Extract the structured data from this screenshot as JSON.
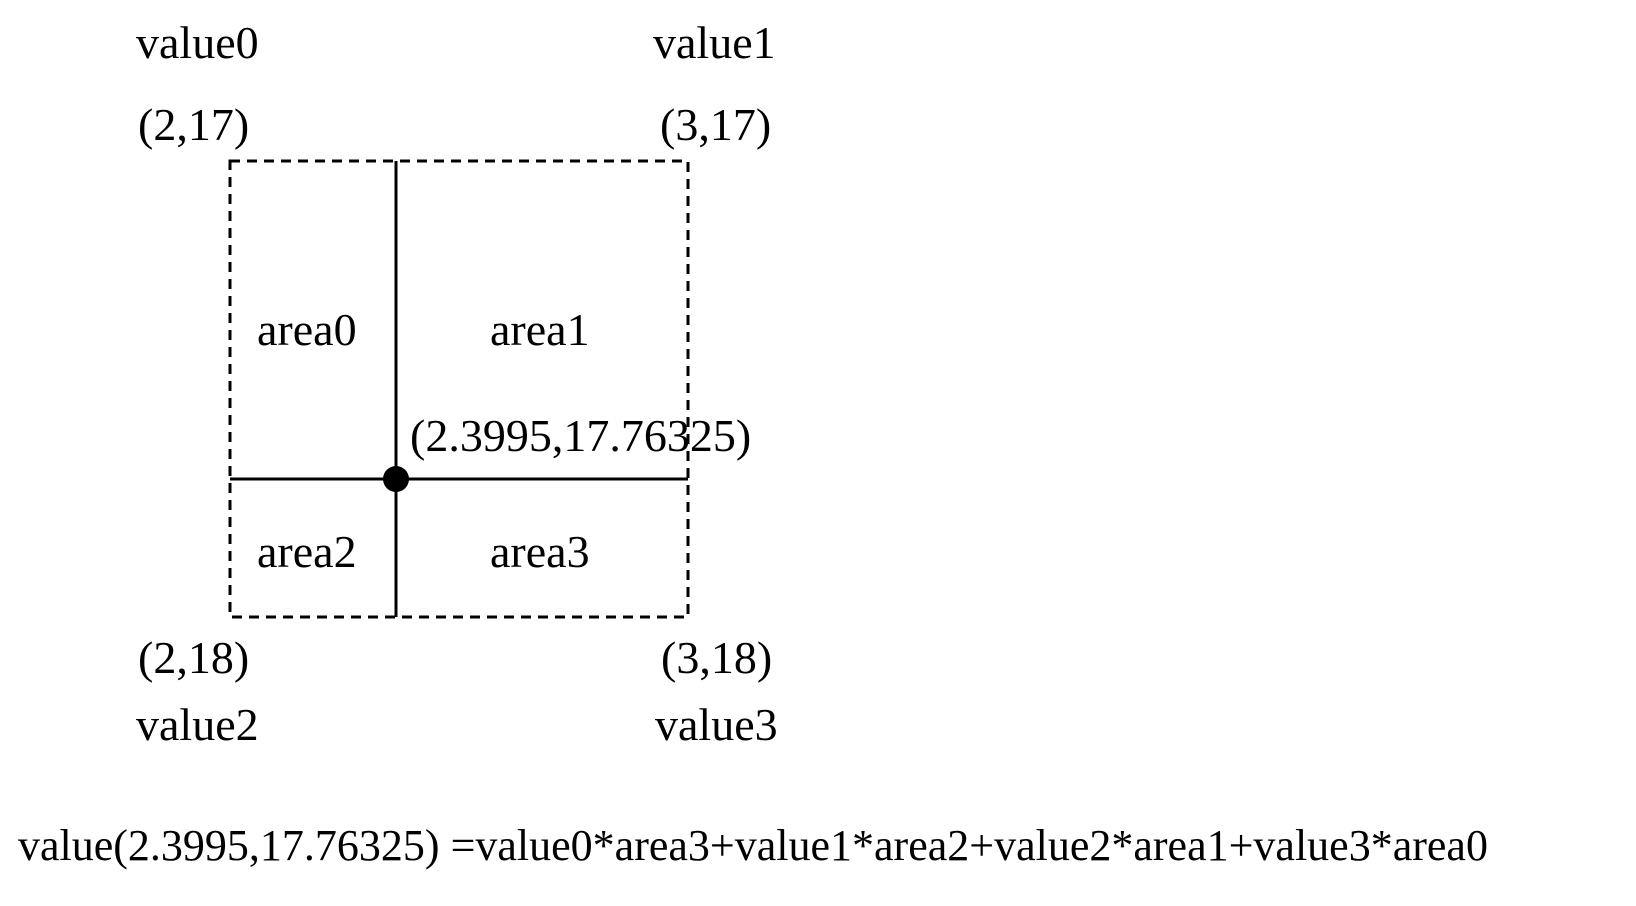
{
  "corners": {
    "top_left": {
      "value": "value0",
      "coord": "(2,17)"
    },
    "top_right": {
      "value": "value1",
      "coord": "(3,17)"
    },
    "bottom_left": {
      "value": "value2",
      "coord": "(2,18)"
    },
    "bottom_right": {
      "value": "value3",
      "coord": "(3,18)"
    }
  },
  "areas": {
    "area0": "area0",
    "area1": "area1",
    "area2": "area2",
    "area3": "area3"
  },
  "point": {
    "coord": "(2.3995,17.76325)"
  },
  "formula": "value(2.3995,17.76325) =value0*area3+value1*area2+value2*area1+value3*area0"
}
